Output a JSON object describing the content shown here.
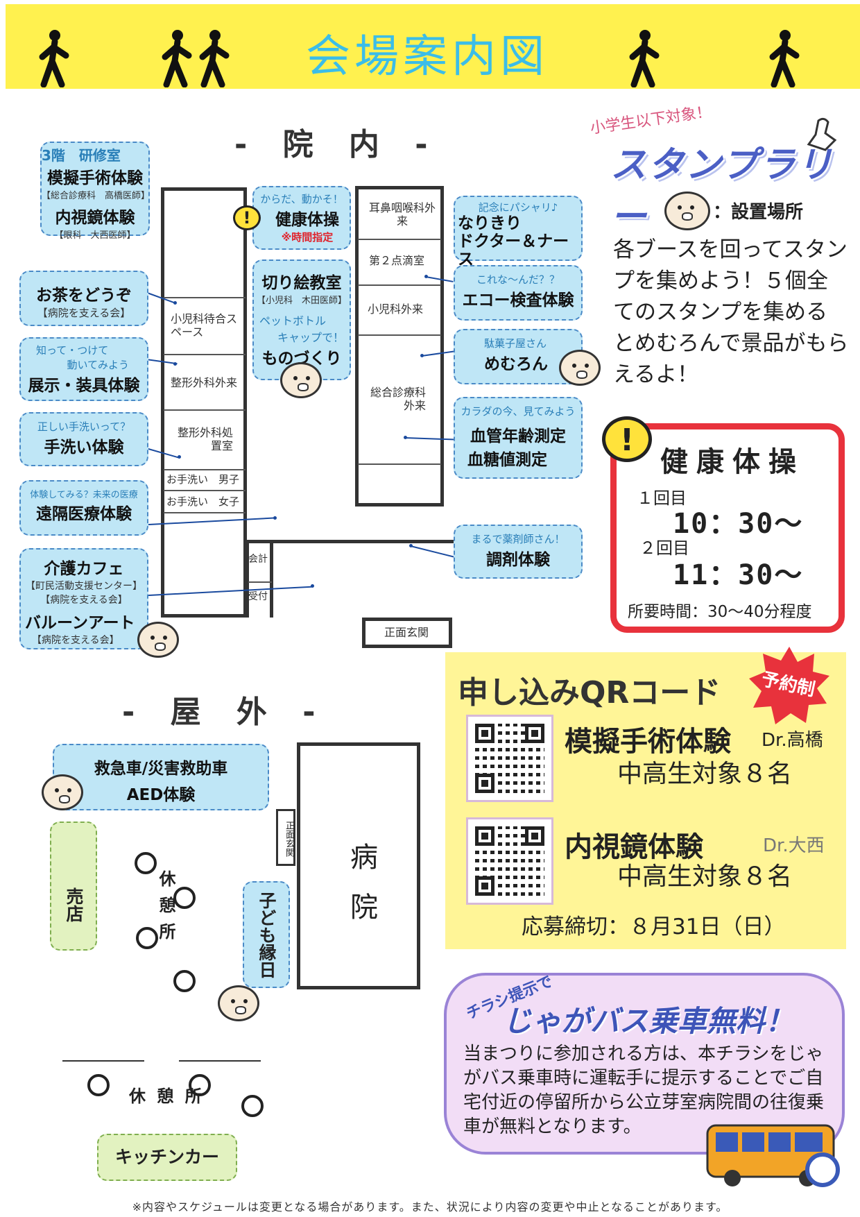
{
  "header": {
    "title": "会場案内図"
  },
  "sections": {
    "inside": "- 院 内 -",
    "outside": "- 屋 外 -"
  },
  "floorplan_rooms": {
    "ent": "耳鼻咽喉科外来",
    "drip": "第２点滴室",
    "peds_clinic": "小児科外来",
    "general": "総合診療科外来",
    "peds_wait": "小児科待合スペース",
    "ortho": "整形外科外来",
    "ortho_treat": "整形外科処置室",
    "restroom_m": "お手洗い　男子",
    "restroom_f": "お手洗い　女子",
    "cashier": "会計",
    "reception": "受付",
    "main_entrance": "正面玄関"
  },
  "booths": {
    "floor3": {
      "sub": "3階　研修室",
      "b1": "模擬手術体験",
      "b1_note": "【総合診療科　高橋医師】",
      "b2": "内視鏡体験",
      "b2_note": "【眼科　大西医師】"
    },
    "tea": {
      "main": "お茶をどうぞ",
      "note": "【病院を支える会】"
    },
    "display": {
      "sub1": "知って・つけて",
      "sub2": "動いてみよう",
      "main": "展示・装具体験"
    },
    "handwash": {
      "sub": "正しい手洗いって？",
      "main": "手洗い体験"
    },
    "remote": {
      "sub": "体験してみる？未来の医療",
      "main": "遠隔医療体験"
    },
    "care": {
      "main": "介護カフェ",
      "note1": "【町民活動支援センター】",
      "note2": "【病院を支える会】",
      "main2": "バルーンアート",
      "note3": "【病院を支える会】"
    },
    "exercise": {
      "sub": "からだ、動かそ！",
      "main": "健康体操",
      "red": "※時間指定"
    },
    "kirie": {
      "main": "切り絵教室",
      "note": "【小児科　木田医師】",
      "sub1": "ペットボトル",
      "sub2": "キャップで！",
      "main2": "ものづくり"
    },
    "narikiri": {
      "sub": "記念にパシャリ♪",
      "main1": "なりきり",
      "main2": "ドクター＆ナース"
    },
    "echo": {
      "sub": "これな～んだ？？",
      "main": "エコー検査体験"
    },
    "memuron": {
      "sub": "駄菓子屋さん",
      "main": "めむろん"
    },
    "vessel": {
      "sub": "カラダの今、見てみよう",
      "main1": "血管年齢測定",
      "main2": "血糖値測定"
    },
    "pharma": {
      "sub": "まるで薬剤師さん！",
      "main": "調剤体験"
    }
  },
  "stamp_rally": {
    "sub": "小学生以下対象！",
    "title": "スタンプラリー",
    "location": "：設置場所",
    "desc": "各ブースを回ってスタンプを集めよう！５個全てのスタンプを集めるとめむろんで景品がもらえるよ！"
  },
  "health_exercise": {
    "title": "健康体操",
    "round1_label": "１回目",
    "round1_time": "10：30～",
    "round2_label": "２回目",
    "round2_time": "11：30～",
    "duration": "所要時間：30～40分程度"
  },
  "qr": {
    "title": "申し込みQRコード",
    "badge": "予約制",
    "item1": {
      "name": "模擬手術体験",
      "dr": "Dr.高橋",
      "target": "中高生対象８名"
    },
    "item2": {
      "name": "内視鏡体験",
      "dr": "Dr.大西",
      "target": "中高生対象８名"
    },
    "deadline": "応募締切：８月31日（日）"
  },
  "bus": {
    "sub": "チラシ提示で",
    "title": "じゃがバス乗車無料！",
    "desc": "当まつりに参加される方は、本チラシをじゃがバス乗車時に運転手に提示することでご自宅付近の停留所から公立芽室病院間の往復乗車が無料となります。"
  },
  "outdoor": {
    "ambulance1": "救急車/災害救助車",
    "ambulance2": "AED体験",
    "shop": "売店",
    "rest_area": "休憩所",
    "rest_area2": "休 憩 所",
    "kids": "子ども縁日",
    "hospital": "病院",
    "side_entrance": "正面玄関",
    "kitchen_car": "キッチンカー"
  },
  "footnote": "※内容やスケジュールは変更となる場合があります。また、状況により内容の変更や中止となることがあります。",
  "colors": {
    "header_bg": "#fff14f",
    "title": "#3bbde8",
    "booth_bg": "#bfe6f6",
    "red": "#e8323c",
    "qr_bg": "#fff597",
    "bus_bg": "#f2ddf6"
  }
}
